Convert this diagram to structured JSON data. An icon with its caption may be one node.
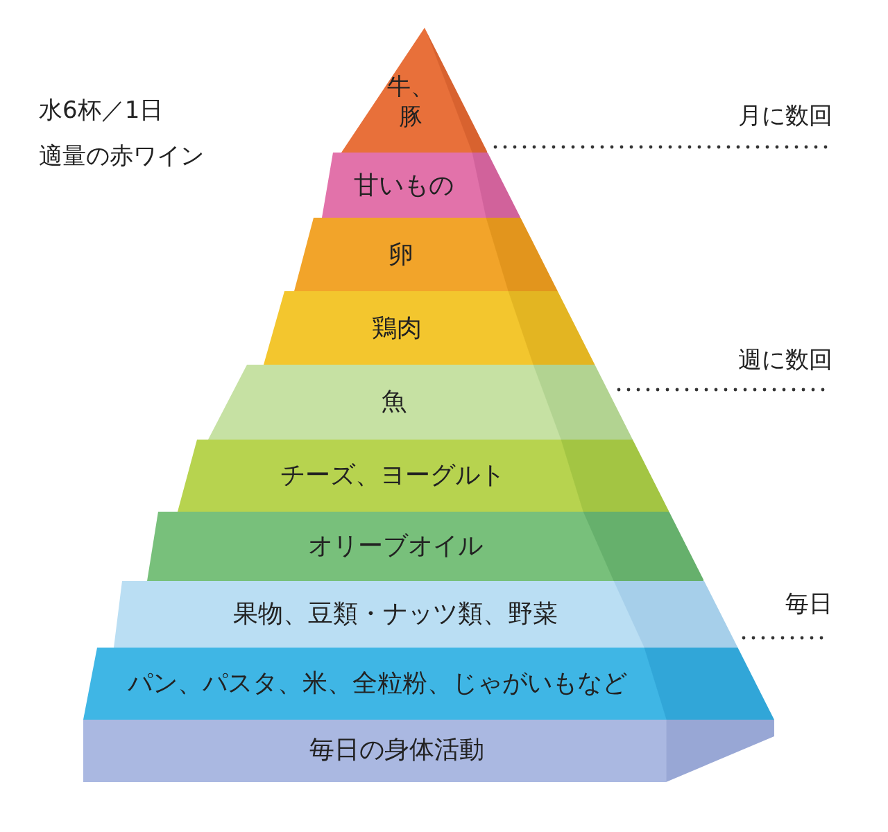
{
  "diagram": {
    "nodes": [
      {
        "text": [
          "牛、豚"
        ]
      },
      {
        "text": [
          "甘いもの"
        ]
      },
      {
        "text": [
          "卵"
        ]
      },
      {
        "text": [
          "鶏肉"
        ]
      },
      {
        "text": [
          "魚"
        ]
      },
      {
        "text": [
          "チーズ、ヨーグルト"
        ]
      },
      {
        "text": [
          "オリーブオイル"
        ]
      },
      {
        "text": [
          "果物、豆類・ナッツ類、野菜"
        ]
      },
      {
        "text": [
          "パン、パスタ、米、全粒粉、じゃがいもなど"
        ]
      },
      {
        "text": [
          "毎日の身体活動"
        ]
      }
    ],
    "labels": [
      "水6杯／1日",
      "月に数回",
      "適量の赤ワイン",
      "週に数回",
      "毎日"
    ]
  }
}
